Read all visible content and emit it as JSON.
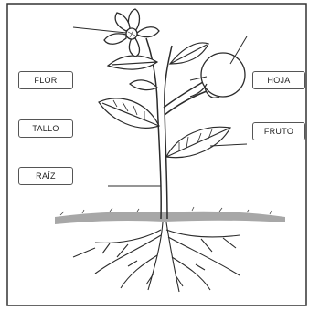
{
  "labels": {
    "flor": "FLOR",
    "tallo": "TALLO",
    "raiz": "RAÍZ",
    "hoja": "HOJA",
    "fruto": "FRUTO"
  },
  "colors": {
    "line": "#2b2b2b",
    "border": "#555555",
    "soil": "#6e6e6e"
  }
}
